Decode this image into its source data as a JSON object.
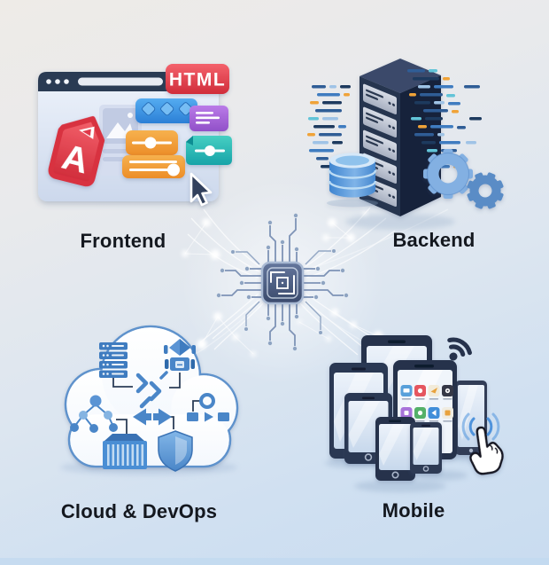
{
  "diagram": {
    "title": "Software development domains infographic",
    "center_icon": "cpu-chip",
    "background": {
      "top_color": "#eeebe7",
      "bottom_color": "#c9dcf0"
    },
    "label_color": "#14181f",
    "connector_color": "#ffffff",
    "sections": [
      {
        "id": "frontend",
        "label": "Frontend",
        "position": "top-left",
        "badge": "HTML",
        "tag_letter": "A",
        "icons": [
          "browser-window",
          "angular-tag",
          "html-badge",
          "diamond-strip-card",
          "text-card",
          "slider-card",
          "slider-lines-card",
          "chat-slider-card",
          "cursor-arrow"
        ],
        "accent_colors": {
          "red": "#e0394a",
          "blue": "#3d96e8",
          "purple": "#a667d6",
          "orange": "#f09a38",
          "teal": "#25b9b4",
          "window": "#dde4f3",
          "topbar": "#2c3a52"
        }
      },
      {
        "id": "backend",
        "label": "Backend",
        "position": "top-right",
        "icons": [
          "server-tower",
          "rack-units",
          "database",
          "gear-large",
          "gear-small",
          "code-lines"
        ],
        "accent_colors": {
          "navy": "#1d2b47",
          "blue": "#3f7cc0",
          "steel": "#2f5d96",
          "orange": "#f0a338",
          "teal": "#62c4d8",
          "light_blue": "#9fc3e6"
        }
      },
      {
        "id": "cloud-devops",
        "label": "Cloud & DevOps",
        "position": "bottom-left",
        "icons": [
          "cloud",
          "server-stack",
          "bot",
          "code-branch",
          "network-tree",
          "sync-arrows",
          "flowchart",
          "container",
          "shield"
        ],
        "accent_colors": {
          "blue": "#4a86c8",
          "outline": "#5e92cc",
          "fill": "#ffffff",
          "connector": "#2c3e57"
        }
      },
      {
        "id": "mobile",
        "label": "Mobile",
        "position": "bottom-right",
        "icons": [
          "tablets",
          "smartphones",
          "app-grid",
          "wifi",
          "touch-hand",
          "touch-ripple"
        ],
        "accent_colors": {
          "frame": "#2c3852",
          "screen": "#dfe9f6",
          "wifi": "#26324c",
          "ripple": "#4f93dc"
        }
      }
    ]
  }
}
